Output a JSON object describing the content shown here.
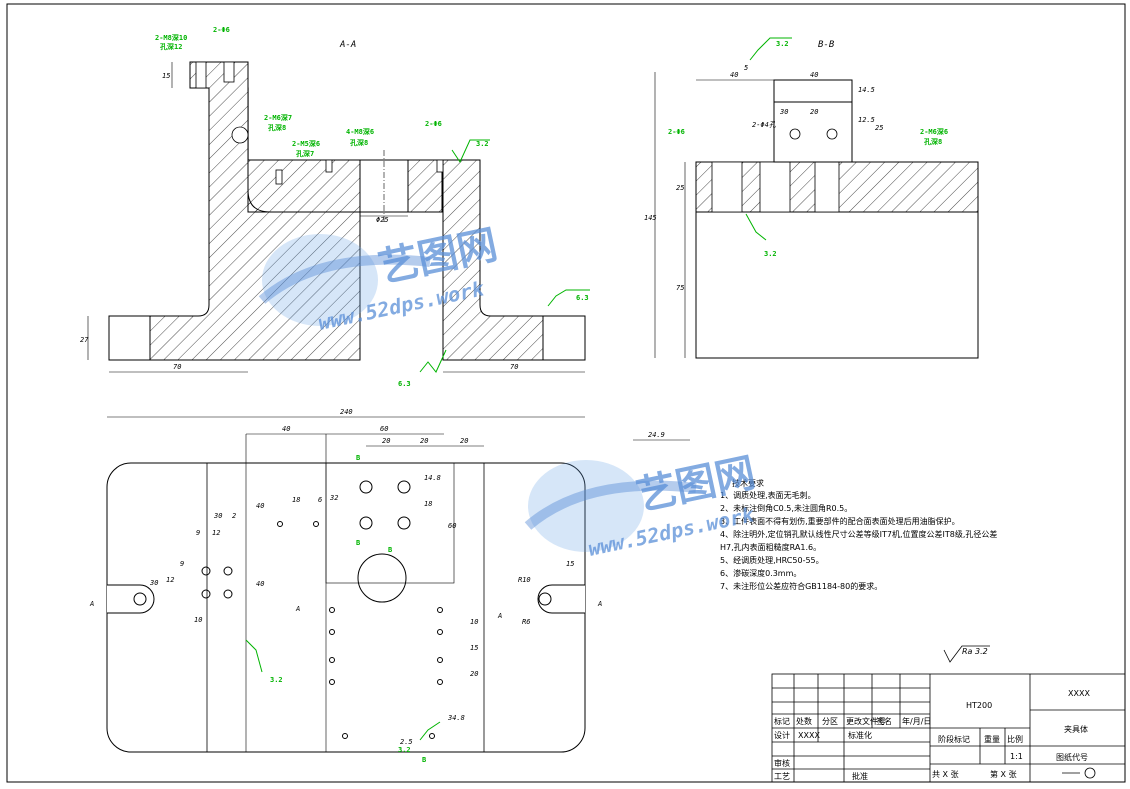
{
  "views": {
    "section_aa": "A-A",
    "section_bb": "B-B"
  },
  "dims": {
    "aa": [
      "27",
      "70",
      "70",
      "Φ25",
      "15"
    ],
    "bb": [
      "40",
      "40",
      "5",
      "14.5",
      "30",
      "20",
      "12.5",
      "25",
      "25",
      "145",
      "75"
    ],
    "plan": [
      "240",
      "40",
      "60",
      "20",
      "20",
      "20",
      "30",
      "2",
      "9",
      "12",
      "18",
      "6",
      "32",
      "40",
      "40",
      "30",
      "12",
      "9",
      "10",
      "14.8",
      "18",
      "60",
      "R10",
      "R6",
      "15",
      "24.9",
      "10",
      "15",
      "20",
      "34.8",
      "2.5"
    ]
  },
  "callouts": {
    "aa": [
      "2-M8深10",
      "孔深12",
      "2-Φ6",
      "2-M6深7",
      "孔深8",
      "2-M5深6",
      "孔深7",
      "4-M8深6",
      "孔深8",
      "2-Φ6"
    ],
    "bb": [
      "2-Φ6",
      "2-M6深6",
      "孔深8",
      "2-Φ4孔"
    ],
    "roughness": [
      "3.2",
      "3.2",
      "6.3",
      "6.3",
      "3.2",
      "3.2",
      "3.2",
      "3.2"
    ],
    "section_marks": [
      "B",
      "B",
      "A",
      "A",
      "B",
      "B",
      "A",
      "A"
    ]
  },
  "notes": {
    "title": "技术要求",
    "items": [
      "1、调质处理,表面无毛刺。",
      "2、未标注倒角C0.5,未注圆角R0.5。",
      "3、工件表面不得有划伤,重要部件的配合面表面处理后用油脂保护。",
      "4、除注明外,定位销孔默认线性尺寸公差等级IT7机,位置度公差IT8级,孔径公差",
      "H7,孔内表面粗糙度RA1.6。",
      "5、经调质处理,HRC50-55。",
      "6、渗碳深度0.3mm。",
      "7、未注形位公差应符合GB1184-80的要求。"
    ],
    "roughness_symbol": "Ra 3.2"
  },
  "watermark": {
    "brand": "艺图网",
    "url": "www.52dps.work"
  },
  "title_block": {
    "material": "HT200",
    "company": "XXXX",
    "part_name": "夹具体",
    "drawing_code": "图纸代号",
    "labels": {
      "mark": "标记",
      "count": "处数",
      "zone": "分区",
      "change_doc": "更改文件号",
      "sign": "签名",
      "date": "年/月/日",
      "design": "设计",
      "designer": "XXXX",
      "standard": "标准化",
      "stage": "阶段标记",
      "weight": "重量",
      "scale_label": "比例",
      "scale": "1:1",
      "review": "审核",
      "process": "工艺",
      "approve": "批准",
      "sheets_total": "共 X 张",
      "sheet_no": "第 X 张"
    }
  }
}
